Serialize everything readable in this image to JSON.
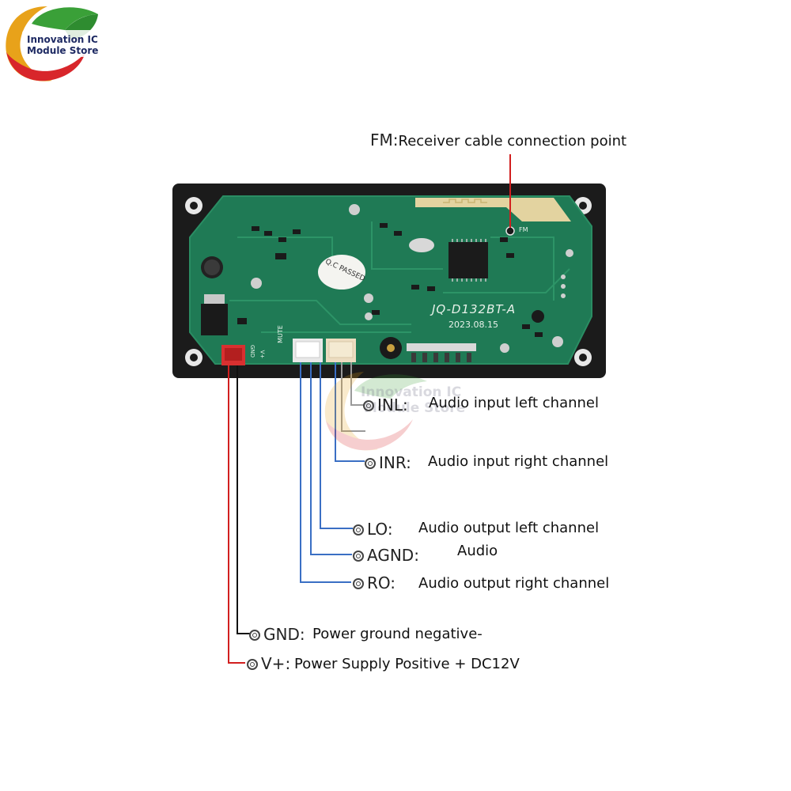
{
  "brand": {
    "line1": "Innovation IC",
    "line2": "Module Store"
  },
  "board": {
    "model": "JQ-D132BT-A",
    "date": "2023.08.15",
    "qc_badge": "Q.C PASSED",
    "silk_fm": "FM",
    "silk_mute": "MUTE",
    "silk_gnd": "GND",
    "silk_vplus": "V+"
  },
  "fm": {
    "pin": "FM:",
    "description": "Receiver cable connection point"
  },
  "pins": [
    {
      "pin": "INL:",
      "description": "Audio input left channel"
    },
    {
      "pin": "INR:",
      "description": "Audio input right channel"
    },
    {
      "pin": "LO:",
      "description": "Audio output left channel"
    },
    {
      "pin": "AGND:",
      "description": "Audio"
    },
    {
      "pin": "RO:",
      "description": "Audio output right channel"
    },
    {
      "pin": "GND:",
      "description": "Power ground negative-"
    },
    {
      "pin": "V+:",
      "description": "Power Supply Positive + DC12V"
    }
  ],
  "colors": {
    "pcb": "#1f7a55",
    "frame": "#1b1b1b",
    "wire_red": "#d21f1f",
    "wire_black": "#111111",
    "wire_blue": "#3a6fc4",
    "wire_gray": "#9a9a9a"
  }
}
